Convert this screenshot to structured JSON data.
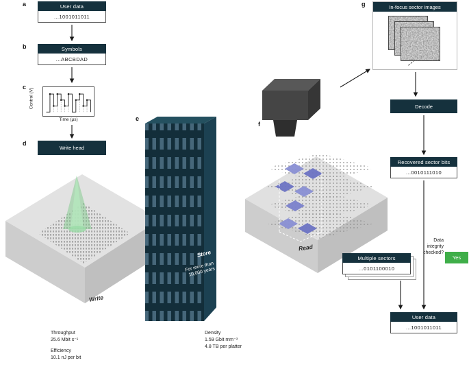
{
  "colors": {
    "dark_navy": "#15313d",
    "green": "#3fae49",
    "laser_green": "#8ed49a",
    "highlight_blue": "#7b82cc"
  },
  "tags": {
    "a": "a",
    "b": "b",
    "c": "c",
    "d": "d",
    "e": "e",
    "f": "f",
    "g": "g"
  },
  "flow_left": {
    "user_data": {
      "header": "User data",
      "value": "...1001011011"
    },
    "symbols": {
      "header": "Symbols",
      "value": "...ABCBDAD"
    },
    "write_head": {
      "label": "Write head"
    }
  },
  "chart_data": {
    "type": "line",
    "style": "step-pulse",
    "title": "",
    "xlabel": "Time (μs)",
    "ylabel": "Control (V)",
    "x": [
      0,
      1,
      2,
      3,
      4,
      5,
      6,
      7,
      8,
      9,
      10,
      11,
      12
    ],
    "y": [
      0,
      3,
      1,
      3,
      2,
      1,
      3,
      0,
      2,
      3,
      1,
      2,
      0
    ],
    "ylim": [
      0,
      3.5
    ],
    "grid": false,
    "legend": false
  },
  "write_scene": {
    "caption": "Write",
    "throughput_label": "Throughput",
    "throughput_value": "25.6 Mbit s⁻¹",
    "efficiency_label": "Efficiency",
    "efficiency_value": "10.1 nJ per bit"
  },
  "store_block": {
    "title": "Store",
    "subtitle": "For more than 10,000 years",
    "density_label": "Density",
    "density_value": "1.59 Gbit mm⁻³",
    "capacity_value": "4.8 TB per platter"
  },
  "read_scene": {
    "caption": "Read"
  },
  "flow_right": {
    "sector_images": {
      "header": "In-focus sector images"
    },
    "decode": {
      "label": "Decode"
    },
    "recovered": {
      "header": "Recovered sector bits",
      "value": "...0010111010"
    },
    "integrity": {
      "question": "Data integrity checked?",
      "answer": "Yes"
    },
    "multiple_sectors": {
      "header": "Multiple sectors",
      "value": "...0101100010"
    },
    "user_data": {
      "header": "User data",
      "value": "...1001011011"
    }
  }
}
